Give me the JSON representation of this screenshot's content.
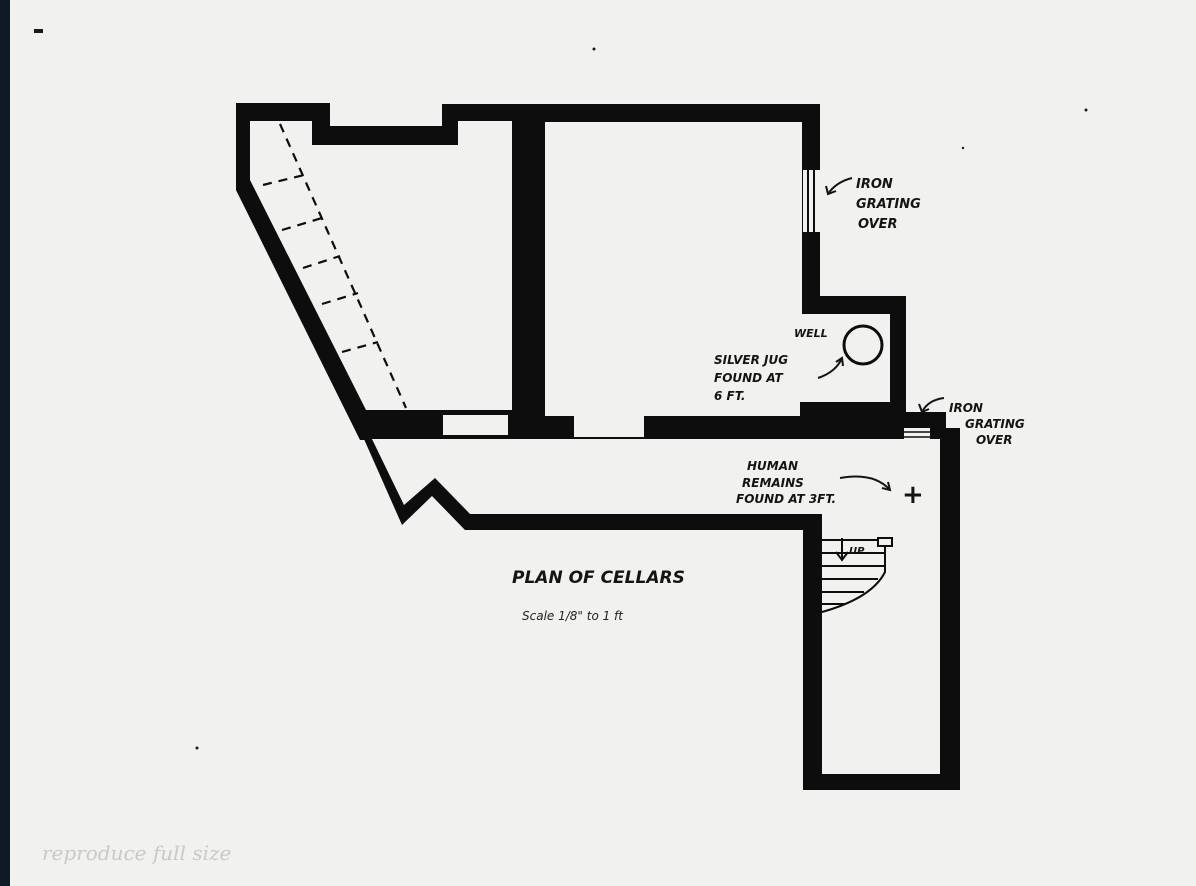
{
  "plan": {
    "title": "PLAN OF CELLARS",
    "scale": "Scale 1/8\" to 1 ft",
    "pencil_note": "reproduce full size"
  },
  "labels": {
    "iron_grating_top": [
      "IRON",
      "GRATING",
      "OVER"
    ],
    "iron_grating_right": [
      "IRON",
      "GRATING",
      "OVER"
    ],
    "well": "WELL",
    "silver_jug": [
      "SILVER JUG",
      "FOUND AT",
      "6 FT."
    ],
    "human_remains": [
      "HUMAN",
      "REMAINS",
      "FOUND AT 3FT."
    ],
    "stairs_up": "UP",
    "remains_marker": "+"
  },
  "colors": {
    "paper": "#f1f1ef",
    "wall": "#0d0d0d",
    "frame": "#0e1a26"
  }
}
